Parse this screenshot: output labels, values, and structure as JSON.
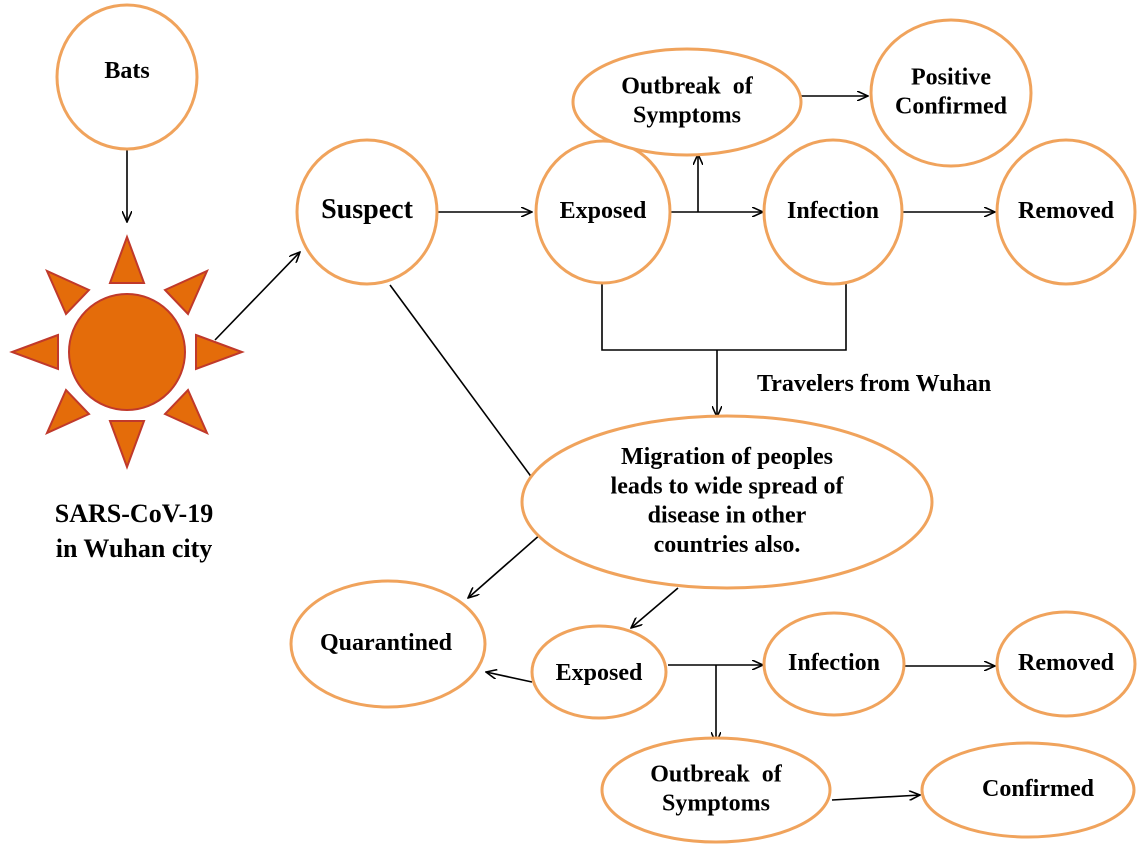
{
  "colors": {
    "node_border": "#F0A35C",
    "sun_fill": "#E46C0A",
    "sun_stroke": "#C0392B",
    "line": "#000000"
  },
  "icons": {
    "virus_source": "sun-icon"
  },
  "nodes": {
    "bats": [
      "Bats"
    ],
    "suspect": [
      "Suspect"
    ],
    "exposed_top": [
      "Exposed"
    ],
    "outbreak_top": [
      "Outbreak  of",
      "Symptoms"
    ],
    "positive_confirmed": [
      "Positive",
      "Confirmed"
    ],
    "infection_top": [
      "Infection"
    ],
    "removed_top": [
      "Removed"
    ],
    "migration": [
      "Migration of peoples",
      "leads to wide spread of",
      "disease in other",
      "countries also."
    ],
    "quarantined": [
      "Quarantined"
    ],
    "exposed_bottom": [
      "Exposed"
    ],
    "infection_bottom": [
      "Infection"
    ],
    "removed_bottom": [
      "Removed"
    ],
    "outbreak_bottom": [
      "Outbreak  of",
      "Symptoms"
    ],
    "confirmed": [
      "Confirmed"
    ]
  },
  "labels": {
    "sars_line1": "SARS-CoV-19",
    "sars_line2": "in Wuhan city",
    "travelers": "Travelers from Wuhan"
  }
}
